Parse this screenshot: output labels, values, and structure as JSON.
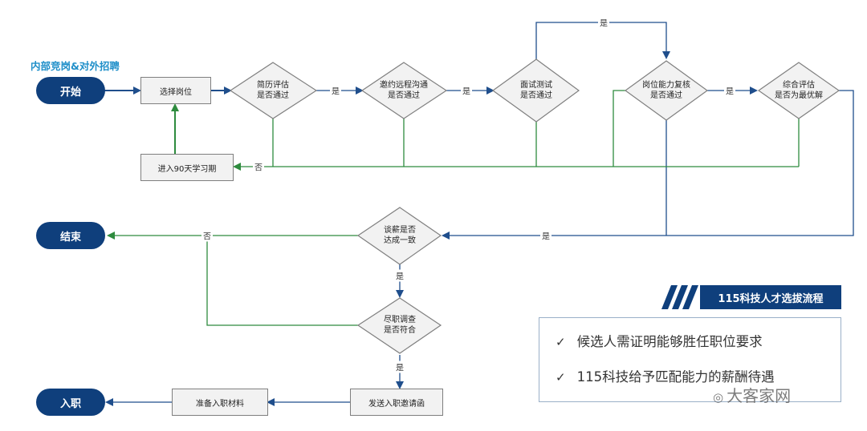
{
  "heading": "内部竞岗&对外招聘",
  "terminals": {
    "start": "开始",
    "end": "结束",
    "onboard": "入职"
  },
  "boxes": {
    "select_position": "选择岗位",
    "learning_period": "进入90天学习期",
    "prepare_materials": "准备入职材料",
    "send_offer": "发送入职邀请函"
  },
  "decisions": {
    "resume": [
      "简历评估",
      "是否通过"
    ],
    "remote": [
      "邀约远程沟通",
      "是否通过"
    ],
    "interview": [
      "面试测试",
      "是否通过"
    ],
    "review": [
      "岗位能力复核",
      "是否通过"
    ],
    "overall": [
      "综合评估",
      "是否为最优解"
    ],
    "salary": [
      "谈薪是否",
      "达成一致"
    ],
    "background": [
      "尽职调查",
      "是否符合"
    ]
  },
  "edges": {
    "yes": "是",
    "no": "否"
  },
  "banner": "115科技人才选拔流程",
  "notes": [
    "候选人需证明能够胜任职位要求",
    "115科技给予匹配能力的薪酬待遇"
  ],
  "watermark": "大客家网",
  "colors": {
    "navy": "#0f3f7c",
    "green": "#2e8b3e",
    "line_blue": "#1f4e8c",
    "heading": "#1f8fc9"
  }
}
